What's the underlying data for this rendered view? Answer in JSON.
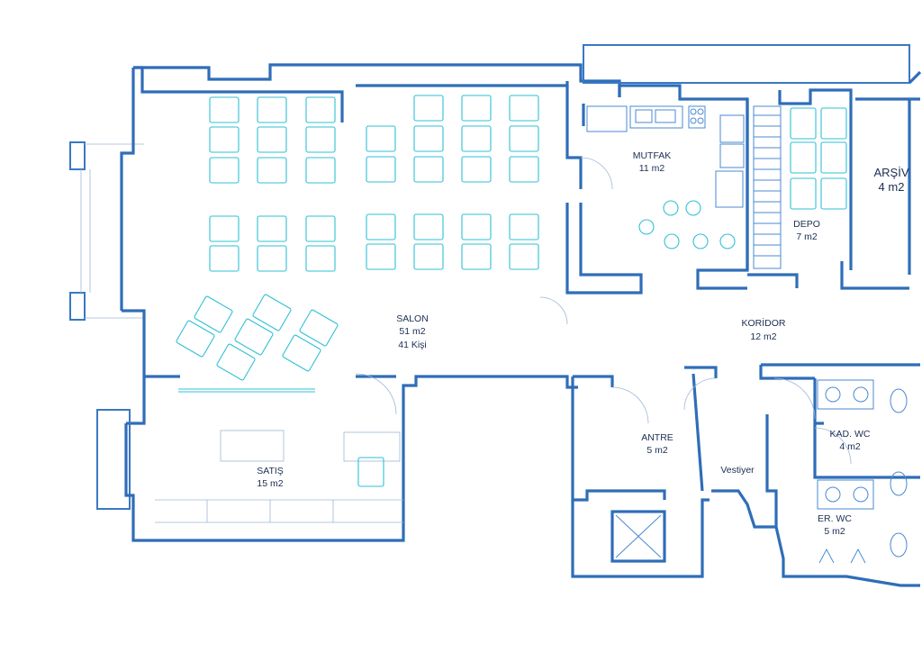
{
  "plan": {
    "rooms": [
      {
        "id": "salon",
        "lines": [
          "SALON",
          "51 m2",
          "41 Kişi"
        ]
      },
      {
        "id": "mutfak",
        "lines": [
          "MUTFAK",
          "11 m2"
        ]
      },
      {
        "id": "depo",
        "lines": [
          "DEPO",
          "7 m2"
        ]
      },
      {
        "id": "arsiv",
        "lines": [
          "ARŞİV",
          "4 m2"
        ]
      },
      {
        "id": "koridor",
        "lines": [
          "KORİDOR",
          "12 m2"
        ]
      },
      {
        "id": "satis",
        "lines": [
          "SATIŞ",
          "15 m2"
        ]
      },
      {
        "id": "antre",
        "lines": [
          "ANTRE",
          "5 m2"
        ]
      },
      {
        "id": "vestiyer",
        "lines": [
          "Vestiyer"
        ]
      },
      {
        "id": "kad-wc",
        "lines": [
          "KAD. WC",
          "4 m2"
        ]
      },
      {
        "id": "er-wc",
        "lines": [
          "ER. WC",
          "5 m2"
        ]
      }
    ],
    "colors": {
      "wall": "#2f6db8",
      "furniture": "#2fc0d6",
      "text": "#1b2e52"
    }
  }
}
